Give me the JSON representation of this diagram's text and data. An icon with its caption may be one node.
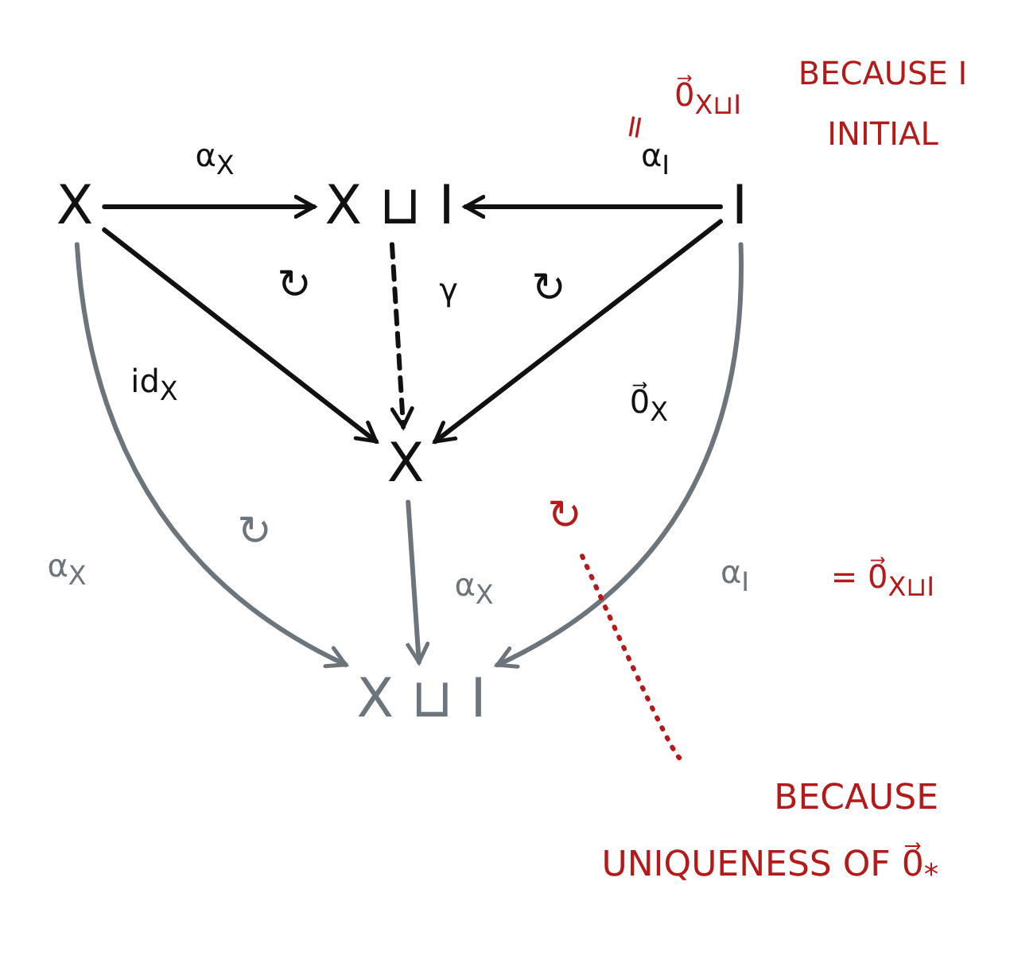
{
  "diagram": {
    "nodes": [
      {
        "text": [
          "X"
        ]
      },
      {
        "text": [
          "X ⊔ I"
        ]
      },
      {
        "text": [
          "I"
        ]
      },
      {
        "text": [
          "X"
        ]
      },
      {
        "text": [
          "X ⊔ I"
        ]
      },
      {
        "text": [
          "↻"
        ]
      },
      {
        "text": [
          "BECAUSE UNIQUENESS OF 0⃗$_{*}$"
        ]
      }
    ],
    "edges": [
      {
        "from": 0,
        "to": 1,
        "arrow": "to",
        "label": "α$_{X}$"
      },
      {
        "from": 2,
        "to": 1,
        "arrow": "to",
        "label": "α$_{I}$"
      },
      {
        "from": 1,
        "to": 3,
        "arrow": "to",
        "label": "γ",
        "style": "dashed"
      },
      {
        "from": 0,
        "to": 3,
        "arrow": "to",
        "label": "id$_{X}$"
      },
      {
        "from": 2,
        "to": 3,
        "arrow": "to",
        "label": "0⃗$_{X}$"
      },
      {
        "from": 0,
        "to": 4,
        "arrow": "to",
        "label": "α$_{X}$",
        "color": "#6c757b"
      },
      {
        "from": 3,
        "to": 4,
        "arrow": "to",
        "label": "α$_{X}$",
        "color": "#6c757b"
      },
      {
        "from": 2,
        "to": 4,
        "arrow": "to",
        "label": "α$_{I}$",
        "color": "#6c757b"
      },
      {
        "from": 6,
        "to": 5,
        "arrow": "none",
        "style": "dashed",
        "color": "#b51a1a"
      }
    ],
    "labels": [
      "0⃗$_{X⊔I}$",
      "=",
      "BECAUSE I INITIAL",
      "↻",
      "↻",
      "↻",
      "= 0⃗$_{X⊔I}$"
    ]
  }
}
